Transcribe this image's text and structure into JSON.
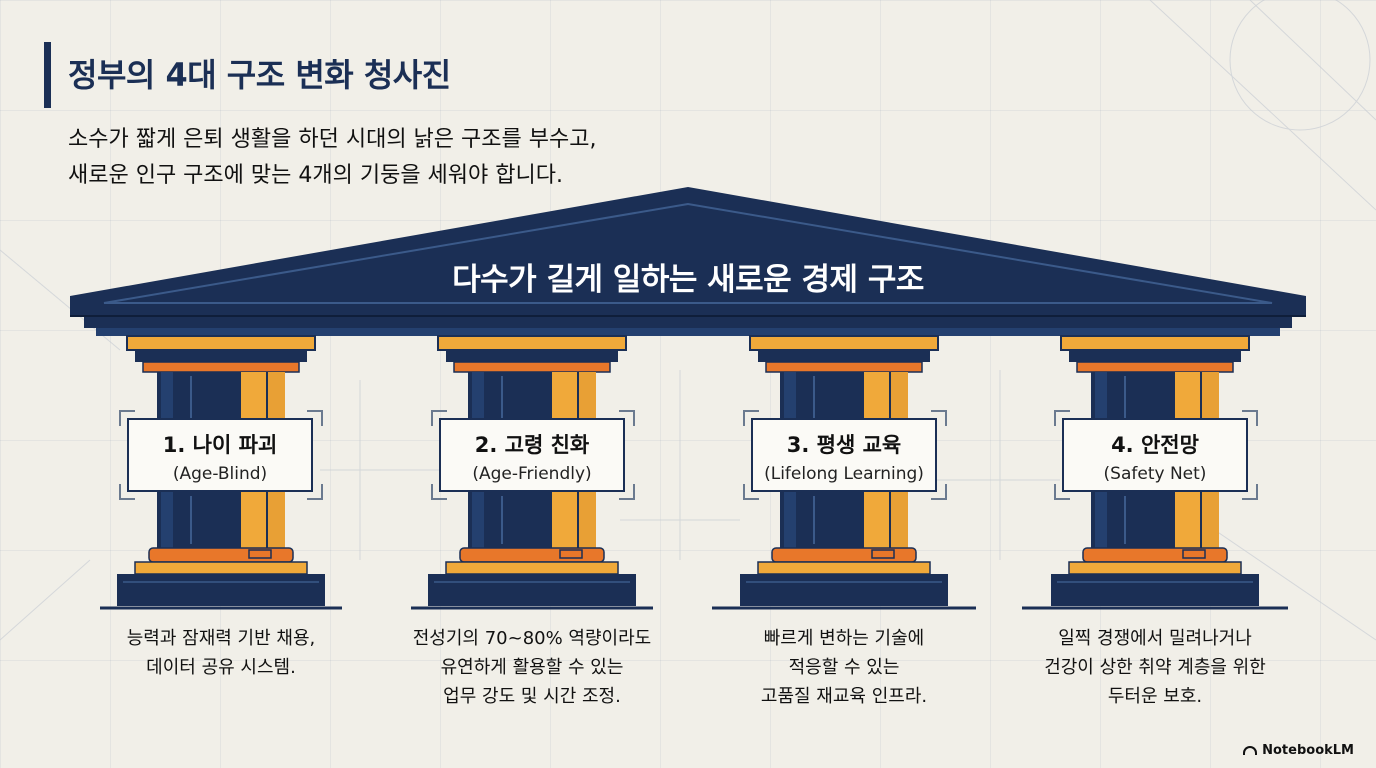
{
  "title": "정부의 4대 구조 변화 청사진",
  "subtitle": {
    "line1": "소수가 짧게 은퇴 생활을 하던 시대의 낡은 구조를 부수고,",
    "line2": "새로운 인구 구조에 맞는 4개의 기둥을 세워야 합니다."
  },
  "roof": {
    "label": "다수가 길게 일하는 새로운 경제 구조"
  },
  "pillars": [
    {
      "name": "1. 나이 파괴",
      "english": "(Age-Blind)",
      "desc": [
        "능력과 잠재력 기반 채용,",
        "데이터 공유 시스템."
      ]
    },
    {
      "name": "2. 고령 친화",
      "english": "(Age-Friendly)",
      "desc": [
        "전성기의 70~80% 역량이라도",
        "유연하게 활용할 수 있는",
        "업무 강도 및 시간 조정."
      ]
    },
    {
      "name": "3. 평생 교육",
      "english": "(Lifelong Learning)",
      "desc": [
        "빠르게 변하는 기술에",
        "적응할 수 있는",
        "고품질 재교육 인프라."
      ]
    },
    {
      "name": "4. 안전망",
      "english": "(Safety Net)",
      "desc": [
        "일찍 경쟁에서 밀려나거나",
        "건강이 상한 취약 계층을 위한",
        "두터운 보호."
      ]
    }
  ],
  "brand": {
    "label": "NotebookLM",
    "icon": "notebooklm-logo-icon"
  },
  "colors": {
    "navy": "#1b2f55",
    "gold": "#f0a93a",
    "orange": "#e8772a",
    "background": "#f1efe8"
  }
}
